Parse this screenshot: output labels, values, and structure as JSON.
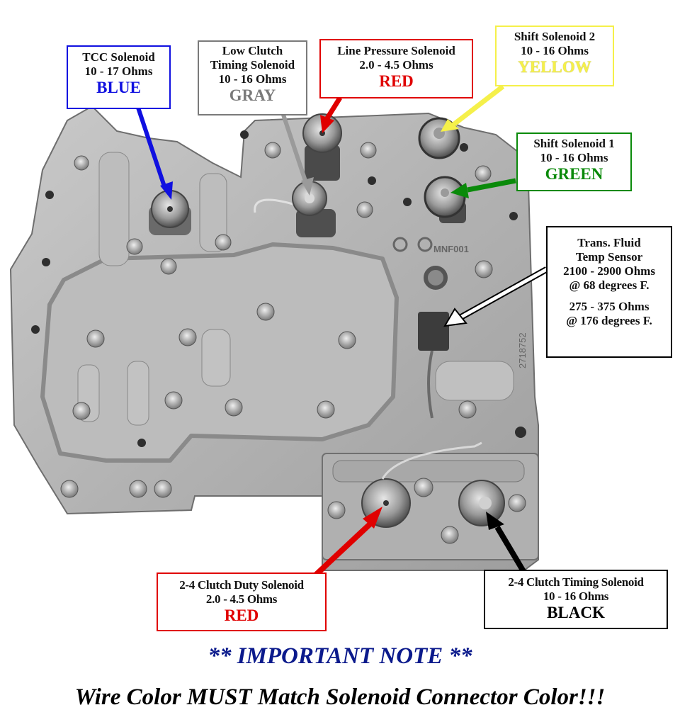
{
  "callouts": {
    "tcc": {
      "name": "TCC Solenoid",
      "resistance": "10 - 17 Ohms",
      "wire_color": "BLUE",
      "color_hex": "#1010e0"
    },
    "low_clutch": {
      "name_line1": "Low Clutch",
      "name_line2": "Timing Solenoid",
      "resistance": "10 - 16 Ohms",
      "wire_color": "GRAY",
      "color_hex": "#7a7a7a"
    },
    "line_pressure": {
      "name": "Line Pressure Solenoid",
      "resistance": "2.0 - 4.5 Ohms",
      "wire_color": "RED",
      "color_hex": "#e00000"
    },
    "shift2": {
      "name": "Shift Solenoid 2",
      "resistance": "10 - 16 Ohms",
      "wire_color": "YELLOW",
      "color_hex": "#f5f04a"
    },
    "shift1": {
      "name": "Shift Solenoid 1",
      "resistance": "10 - 16 Ohms",
      "wire_color": "GREEN",
      "color_hex": "#0a8a0a"
    },
    "tft": {
      "name_line1": "Trans. Fluid",
      "name_line2": "Temp Sensor",
      "resistance1": "2100 - 2900 Ohms",
      "temp1": "@ 68 degrees F.",
      "resistance2": "275 - 375 Ohms",
      "temp2": "@ 176 degrees F."
    },
    "duty24": {
      "name": "2-4 Clutch Duty Solenoid",
      "resistance": "2.0 - 4.5 Ohms",
      "wire_color": "RED",
      "color_hex": "#e00000"
    },
    "timing24": {
      "name": "2-4 Clutch Timing Solenoid",
      "resistance": "10 - 16 Ohms",
      "wire_color": "BLACK",
      "color_hex": "#000000"
    }
  },
  "casting_marks": {
    "part_code": "MNF001",
    "serial": "2718752"
  },
  "note": {
    "title": "** IMPORTANT NOTE **",
    "body": "Wire Color MUST Match Solenoid Connector Color!!!"
  }
}
